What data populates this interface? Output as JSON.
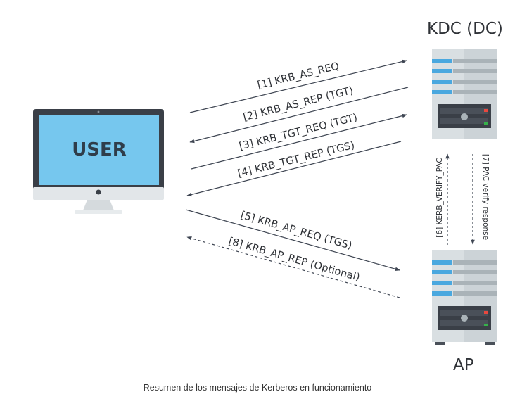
{
  "nodes": {
    "user": "USER",
    "kdc": "KDC (DC)",
    "ap": "AP"
  },
  "messages": {
    "m1": "[1] KRB_AS_REQ",
    "m2": "[2] KRB_AS_REP (TGT)",
    "m3": "[3] KRB_TGT_REQ (TGT)",
    "m4": "[4] KRB_TGT_REP (TGS)",
    "m5": "[5] KRB_AP_REQ (TGS)",
    "m6": "[6] KERB_VERIFY_PAC",
    "m7": "[7] PAC verify response",
    "m8": "[8] KRB_AP_REP (Optional)"
  },
  "caption": "Resumen de los mensajes de Kerberos en funcionamiento",
  "colors": {
    "screen": "#76c7ee",
    "monitor_frame": "#3a3f47",
    "server_body": "#ccd3d7",
    "server_blue": "#4aa8df",
    "led_red": "#e8483f",
    "led_green": "#36b24a",
    "arrow": "#3e4552"
  },
  "icons": [
    "monitor-icon",
    "server-icon"
  ]
}
